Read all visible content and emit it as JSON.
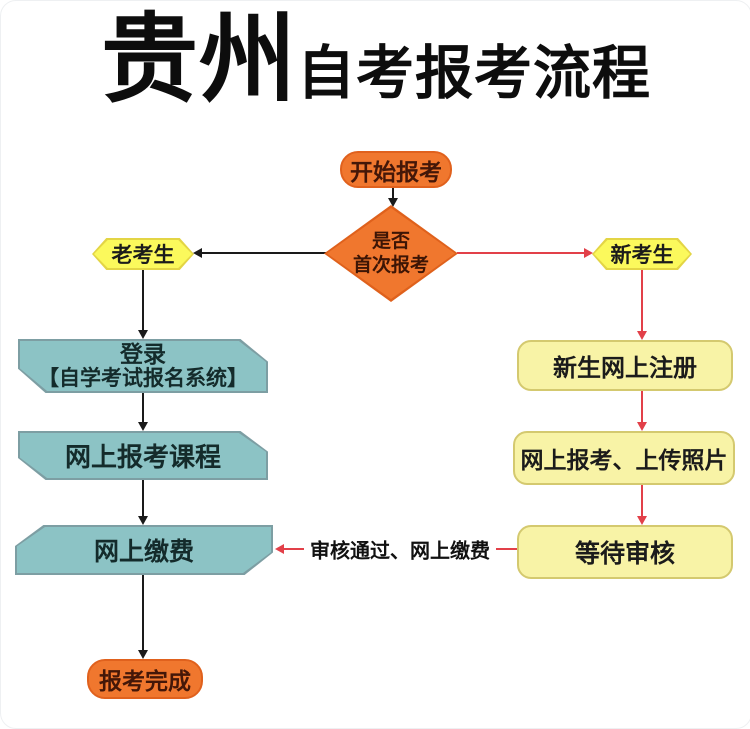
{
  "title": {
    "region": "贵州",
    "topic": "自考报考流程"
  },
  "nodes": {
    "start": "开始报考",
    "decision": {
      "line1": "是否",
      "line2": "首次报考"
    },
    "old_student": "老考生",
    "new_student": "新考生",
    "login": {
      "line1": "登录",
      "line2": "【自学考试报名系统】"
    },
    "register_courses": "网上报考课程",
    "pay_online": "网上缴费",
    "finish": "报考完成",
    "new_register": "新生网上注册",
    "report_upload": "网上报考、上传照片",
    "wait_review": "等待审核",
    "review_pass_label": "审核通过、网上缴费"
  },
  "colors": {
    "node_orange": "#f0772e",
    "node_orange_border": "#e0611d",
    "node_teal": "#8cc3c5",
    "node_teal_border": "#7d9ea3",
    "node_yellow_bright": "#fbf95c",
    "node_yellow_pale": "#f8f3a6",
    "node_yellow_pale_border": "#d4c96f",
    "arrow_black": "#1a1a1a",
    "arrow_red": "#e24049",
    "title_color": "#0d0d0d",
    "background": "#ffffff"
  }
}
